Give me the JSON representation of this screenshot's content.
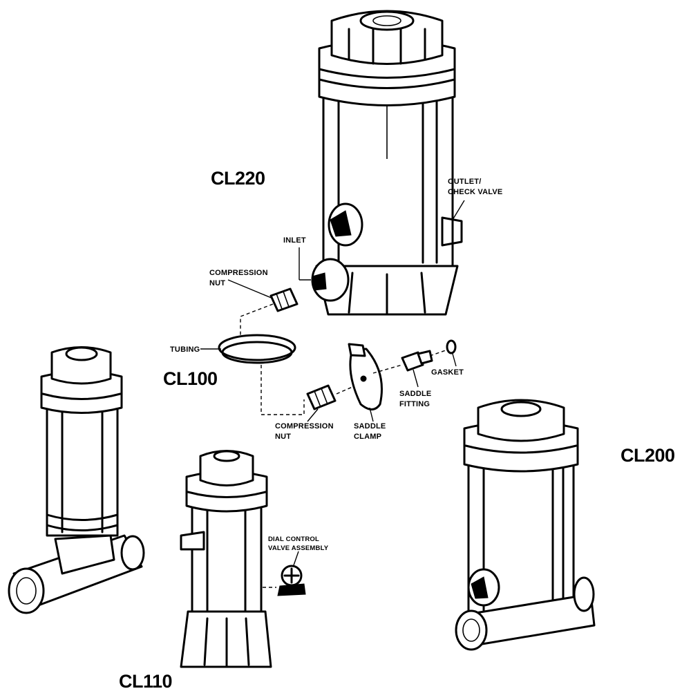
{
  "models": {
    "cl220": "CL220",
    "cl100": "CL100",
    "cl200": "CL200",
    "cl110": "CL110"
  },
  "parts": {
    "outlet_line1": "OUTLET/",
    "outlet_line2": "CHECK VALVE",
    "inlet": "INLET",
    "compression_nut_top_line1": "COMPRESSION",
    "compression_nut_top_line2": "NUT",
    "tubing": "TUBING",
    "gasket": "GASKET",
    "saddle_fitting_line1": "SADDLE",
    "saddle_fitting_line2": "FITTING",
    "compression_nut_bottom_line1": "COMPRESSION",
    "compression_nut_bottom_line2": "NUT",
    "saddle_clamp_line1": "SADDLE",
    "saddle_clamp_line2": "CLAMP",
    "dial_control_line1": "DIAL CONTROL",
    "dial_control_line2": "VALVE ASSEMBLY"
  }
}
